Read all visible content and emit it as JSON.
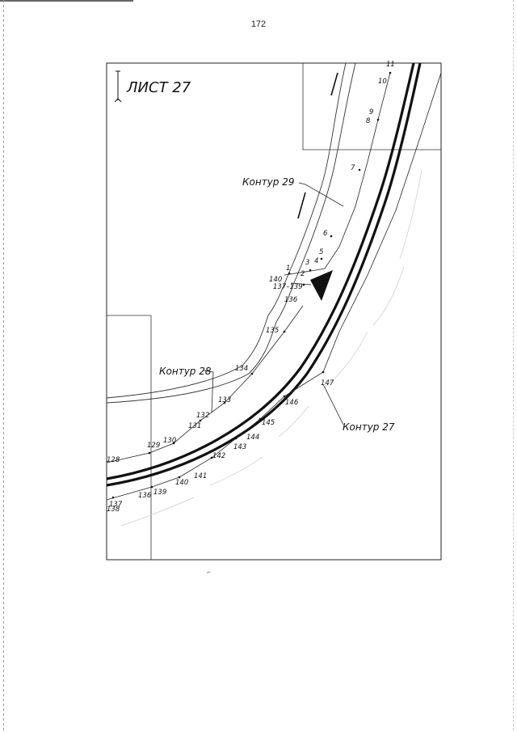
{
  "page": {
    "number": "172"
  },
  "sheet": {
    "title": "ЛИСТ 27"
  },
  "contours": {
    "c27": "Контур 27",
    "c28": "Контур 28",
    "c29": "Контур 29"
  },
  "points": {
    "p1": "1",
    "p2": "2",
    "p3": "3",
    "p4": "4",
    "p5": "5",
    "p6": "6",
    "p7": "7",
    "p8": "8",
    "p9": "9",
    "p10": "10",
    "p11": "11",
    "p128": "128",
    "p129": "129",
    "p130": "130",
    "p131": "131",
    "p132": "132",
    "p133": "133",
    "p134": "134",
    "p135": "135",
    "p136": "136",
    "p137_139": "137–139",
    "p140": "140",
    "p136b": "136",
    "p137b": "137",
    "p138b": "138",
    "p139b": "139",
    "p140b": "140",
    "p141b": "141",
    "p142": "142",
    "p143": "143",
    "p144": "144",
    "p145": "145",
    "p146": "146",
    "p147": "147"
  },
  "colors": {
    "ink": "#111111",
    "grid": "#333333",
    "faint": "#bbbbbb"
  }
}
